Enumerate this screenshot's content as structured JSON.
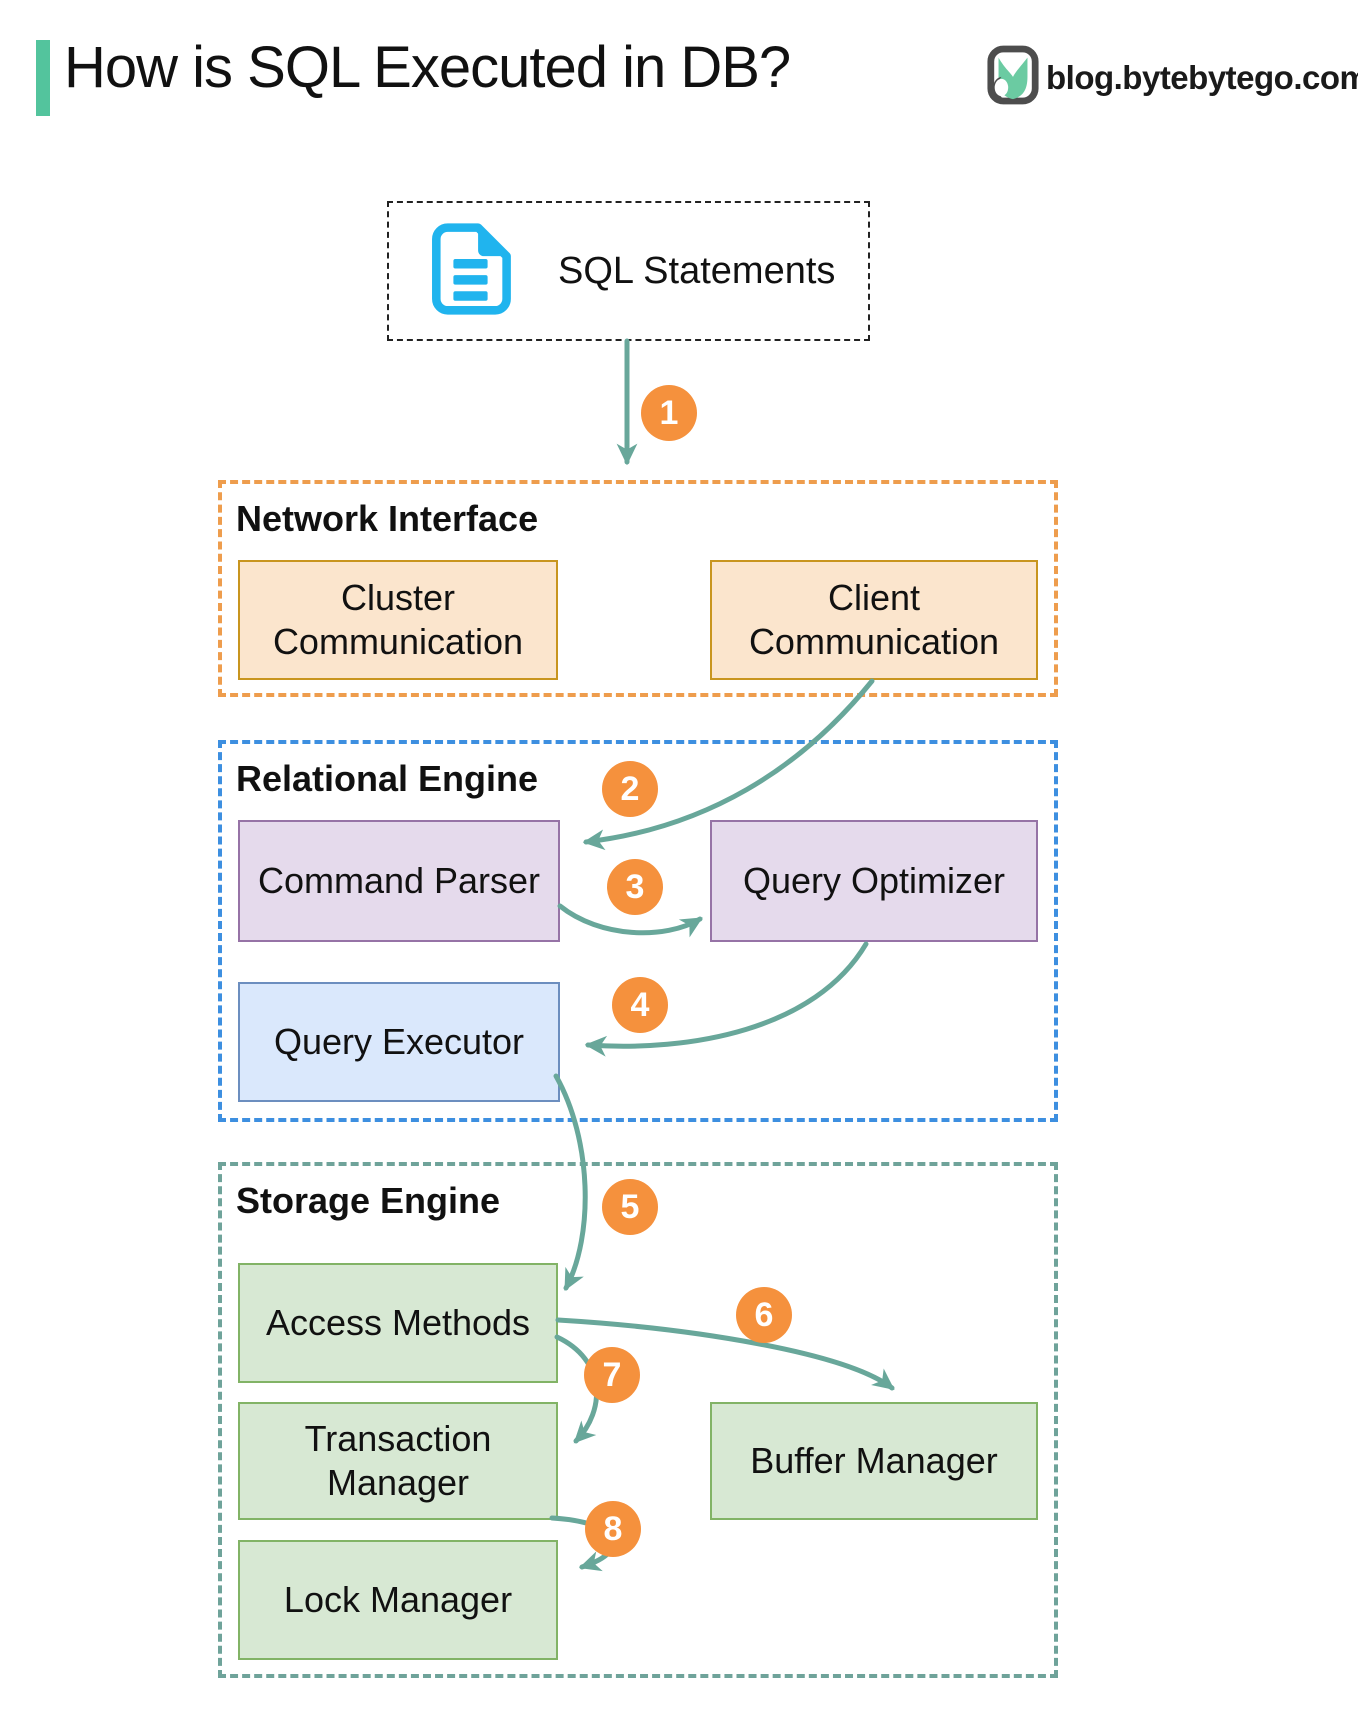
{
  "header": {
    "title": "How is SQL Executed in DB?",
    "site": "blog.bytebytego.com"
  },
  "source": {
    "label": "SQL Statements"
  },
  "sections": {
    "network": {
      "label": "Network Interface",
      "border_color": "#EE9D4D"
    },
    "relational": {
      "label": "Relational Engine",
      "border_color": "#3D8FE0"
    },
    "storage": {
      "label": "Storage Engine",
      "border_color": "#6FA39A"
    }
  },
  "nodes": {
    "cluster": {
      "label": "Cluster Communication",
      "fill": "#FBE5CD",
      "border": "#C8951F"
    },
    "client": {
      "label": "Client Communication",
      "fill": "#FBE5CD",
      "border": "#C8951F"
    },
    "command_parser": {
      "label": "Command Parser",
      "fill": "#E5DAEC",
      "border": "#9673A6"
    },
    "query_optimizer": {
      "label": "Query Optimizer",
      "fill": "#E5DAEC",
      "border": "#9673A6"
    },
    "query_executor": {
      "label": "Query Executor",
      "fill": "#DAE8FC",
      "border": "#6C8EBF"
    },
    "access_methods": {
      "label": "Access Methods",
      "fill": "#D7E8D3",
      "border": "#82B366"
    },
    "transaction_manager": {
      "label": "Transaction Manager",
      "fill": "#D7E8D3",
      "border": "#82B366"
    },
    "lock_manager": {
      "label": "Lock Manager",
      "fill": "#D7E8D3",
      "border": "#82B366"
    },
    "buffer_manager": {
      "label": "Buffer Manager",
      "fill": "#D7E8D3",
      "border": "#82B366"
    }
  },
  "steps": [
    "1",
    "2",
    "3",
    "4",
    "5",
    "6",
    "7",
    "8"
  ],
  "flow": [
    {
      "step": 1,
      "from": "SQL Statements",
      "to": "Network Interface"
    },
    {
      "step": 2,
      "from": "Client Communication",
      "to": "Command Parser"
    },
    {
      "step": 3,
      "from": "Command Parser",
      "to": "Query Optimizer"
    },
    {
      "step": 4,
      "from": "Query Optimizer",
      "to": "Query Executor"
    },
    {
      "step": 5,
      "from": "Query Executor",
      "to": "Access Methods"
    },
    {
      "step": 6,
      "from": "Access Methods",
      "to": "Buffer Manager"
    },
    {
      "step": 7,
      "from": "Access Methods",
      "to": "Transaction Manager"
    },
    {
      "step": 8,
      "from": "Transaction Manager",
      "to": "Lock Manager"
    }
  ],
  "colors": {
    "accent_green": "#53C49D",
    "arrow_teal": "#68A79A",
    "step_circle_orange": "#F5913D",
    "doc_icon_cyan": "#20B4EE",
    "logo_outline": "#4D4D4D",
    "logo_green": "#6BCBA2"
  }
}
